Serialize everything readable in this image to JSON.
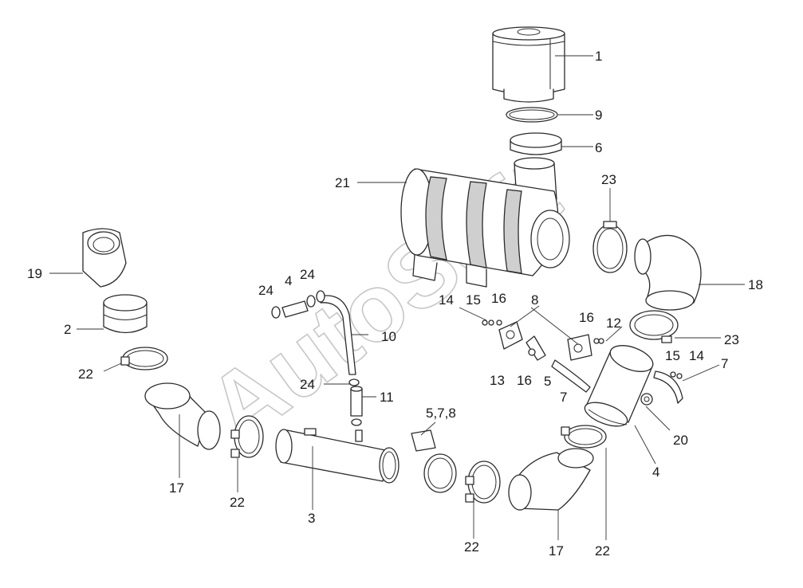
{
  "watermark": "AutoSoft",
  "callouts": {
    "c1": "1",
    "c9": "9",
    "c6": "6",
    "c23a": "23",
    "c21": "21",
    "c19": "19",
    "c18": "18",
    "c2": "2",
    "c24a": "24",
    "c4a": "4",
    "c24b": "24",
    "c14a": "14",
    "c15a": "15",
    "c16a": "16",
    "c8": "8",
    "c16b": "16",
    "c12": "12",
    "c23b": "23",
    "c10": "10",
    "c15b": "15",
    "c14b": "14",
    "c7a": "7",
    "c22a": "22",
    "c13": "13",
    "c16c": "16",
    "c5": "5",
    "c7b": "7",
    "c24c": "24",
    "c11": "11",
    "c578": "5,7,8",
    "c20": "20",
    "c17a": "17",
    "c22b": "22",
    "c3": "3",
    "c4b": "4",
    "c22c": "22",
    "c17b": "17",
    "c22d": "22"
  }
}
